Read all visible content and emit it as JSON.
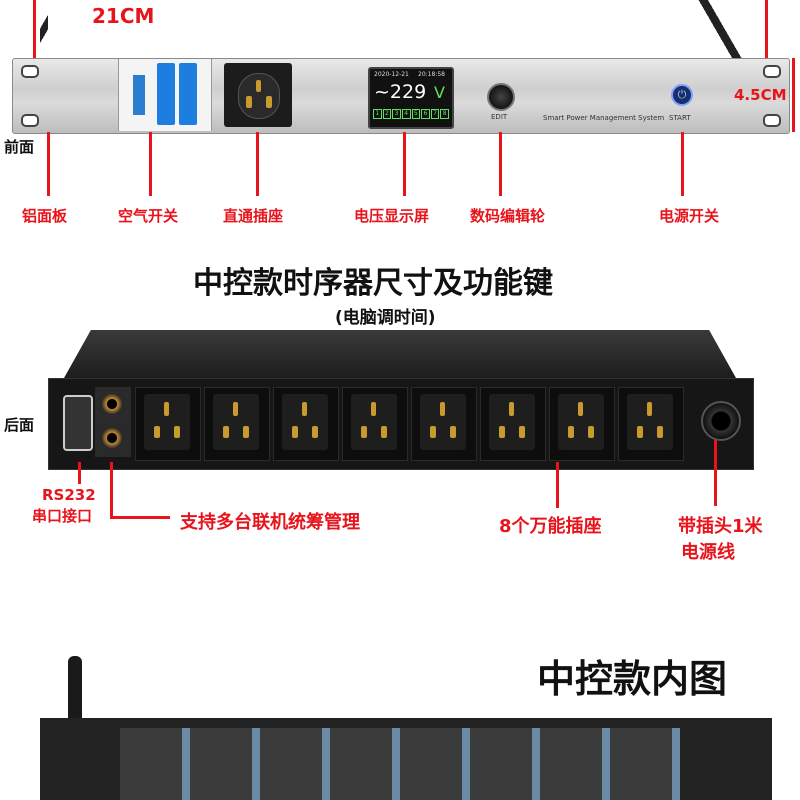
{
  "dimension_top": "21CM",
  "dimension_side": "4.5CM",
  "front_label": "前面",
  "rear_label": "后面",
  "front_display": {
    "date": "2020-12-21",
    "time": "20:18:58",
    "voltage": "~229",
    "unit": "V",
    "channels": [
      "1",
      "2",
      "3",
      "4",
      "5",
      "6",
      "7",
      "8"
    ]
  },
  "front_text": {
    "edit": "EDIT",
    "system": "Smart Power Management System",
    "start": "START"
  },
  "front_callouts": [
    "铝面板",
    "空气开关",
    "直通插座",
    "电压显示屏",
    "数码编辑轮",
    "电源开关"
  ],
  "title": "中控款时序器尺寸及功能键",
  "subtitle": "(电脑调时间)",
  "rear_callouts": {
    "rs232_1": "RS232",
    "rs232_2": "串口接口",
    "multi": "支持多台联机统筹管理",
    "sockets": "8个万能插座",
    "plug_1": "带插头1米",
    "plug_2": "电源线"
  },
  "inner_title": "中控款内图"
}
